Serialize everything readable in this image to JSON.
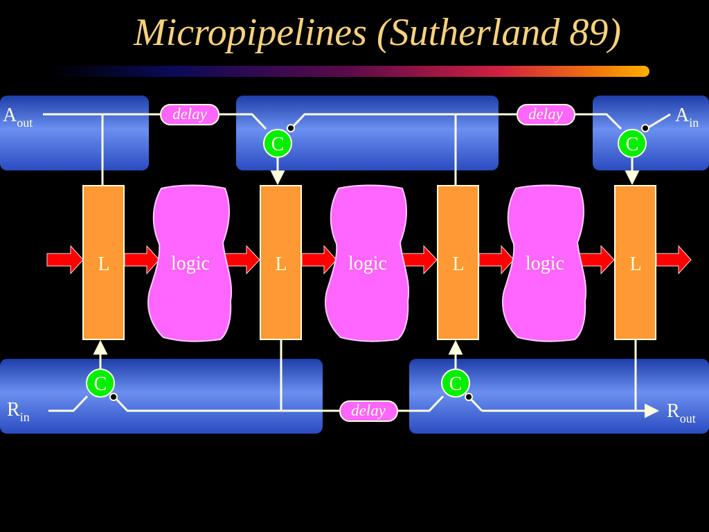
{
  "slide": {
    "title": "Micropipelines (Sutherland 89)",
    "colors": {
      "title": "#F7D27E",
      "background": "#000000",
      "panel": "#5B82E8",
      "latch": "#FF9933",
      "logic": "#FF66FF",
      "arrow": "#FF0000",
      "c_element": "#00EE00",
      "wire": "#FFFFDD"
    }
  },
  "diagram": {
    "latch_label": "L",
    "logic_label": "logic",
    "c_label": "C",
    "delay_label": "delay",
    "a_out": {
      "main": "A",
      "sub": "out"
    },
    "a_in": {
      "main": "A",
      "sub": "in"
    },
    "r_in": {
      "main": "R",
      "sub": "in"
    },
    "r_out": {
      "main": "R",
      "sub": "out"
    }
  }
}
